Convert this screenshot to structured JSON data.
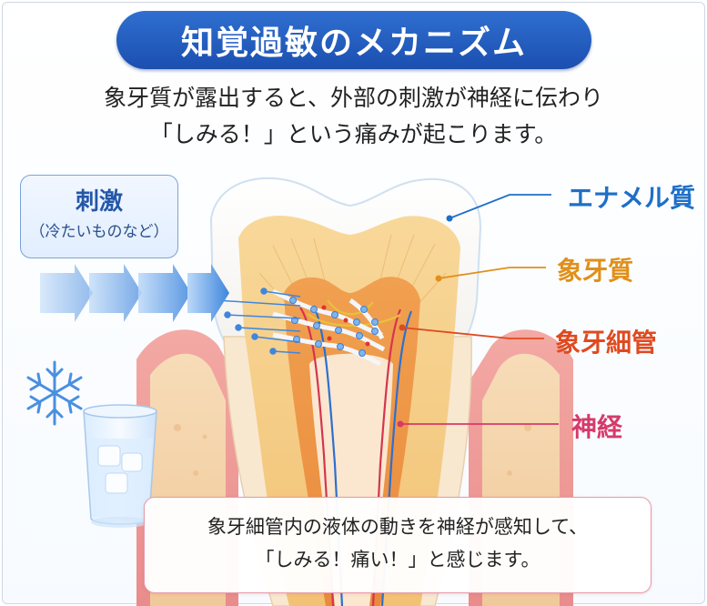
{
  "title": "知覚過敏のメカニズム",
  "intro": {
    "line1": "象牙質が露出すると、外部の刺激が神経に伝わり",
    "line2": "「しみる！」という痛みが起こります。"
  },
  "stimulus": {
    "name": "刺激",
    "note": "（冷たいものなど）"
  },
  "labels": {
    "enamel": "エナメル質",
    "dentin": "象牙質",
    "tubule": "象牙細管",
    "nerve": "神経"
  },
  "caption": {
    "line1": "象牙細管内の液体の動きを神経が感知して、",
    "line2": "「しみる！痛い！」と感じます。"
  },
  "colors": {
    "title_bg": "#1b4fb0",
    "enamel": "#1e6fc7",
    "dentin": "#e0901a",
    "tubule": "#e04a1f",
    "nerve": "#d63a6a",
    "arrow": "#4a90e2"
  },
  "icons": [
    "snowflake-icon",
    "ice-water-glass-icon",
    "stimulus-arrow-icon"
  ]
}
